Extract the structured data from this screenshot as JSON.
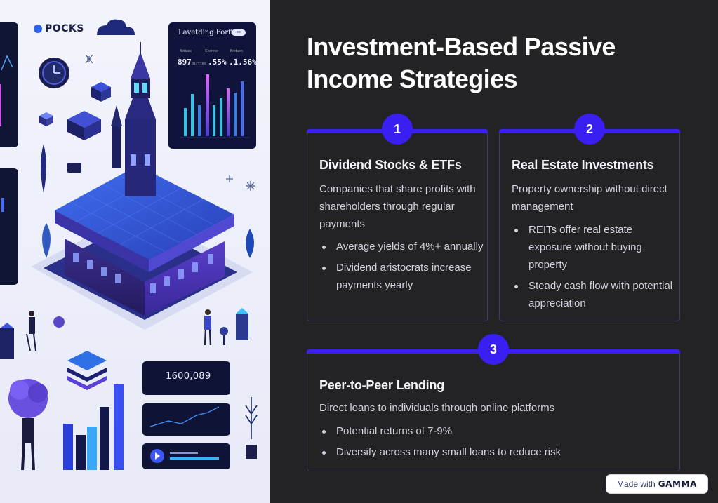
{
  "illustration": {
    "brand": "POCKS",
    "dashboard_title": "Lavetding Forffo",
    "dashboard_pill": "≡≡",
    "stats": [
      {
        "label": "Birttues",
        "value": "897",
        "suffix": "Birttes"
      },
      {
        "label": "Crstreve",
        "value": ".55%",
        "suffix": ""
      },
      {
        "label": "Brebaro",
        "value": ".1.56%",
        "suffix": ""
      }
    ],
    "counter": "1600,089"
  },
  "title": "Investment-Based Passive Income Strategies",
  "cards": [
    {
      "number": "1",
      "heading": "Dividend Stocks & ETFs",
      "description": "Companies that share profits with shareholders through regular payments",
      "bullets": [
        "Average yields of 4%+ annually",
        "Dividend aristocrats increase payments yearly"
      ]
    },
    {
      "number": "2",
      "heading": "Real Estate Investments",
      "description": "Property ownership without direct management",
      "bullets": [
        "REITs offer real estate exposure without buying property",
        "Steady cash flow with potential appreciation"
      ]
    },
    {
      "number": "3",
      "heading": "Peer-to-Peer Lending",
      "description": "Direct loans to individuals through online platforms",
      "bullets": [
        "Potential returns of 7-9%",
        "Diversify across many small loans to reduce risk"
      ]
    }
  ],
  "badge": {
    "prefix": "Made with",
    "brand": "GAMMA"
  },
  "colors": {
    "accent": "#3a1ff2",
    "background": "#232225",
    "card_border": "#3f3d62"
  }
}
